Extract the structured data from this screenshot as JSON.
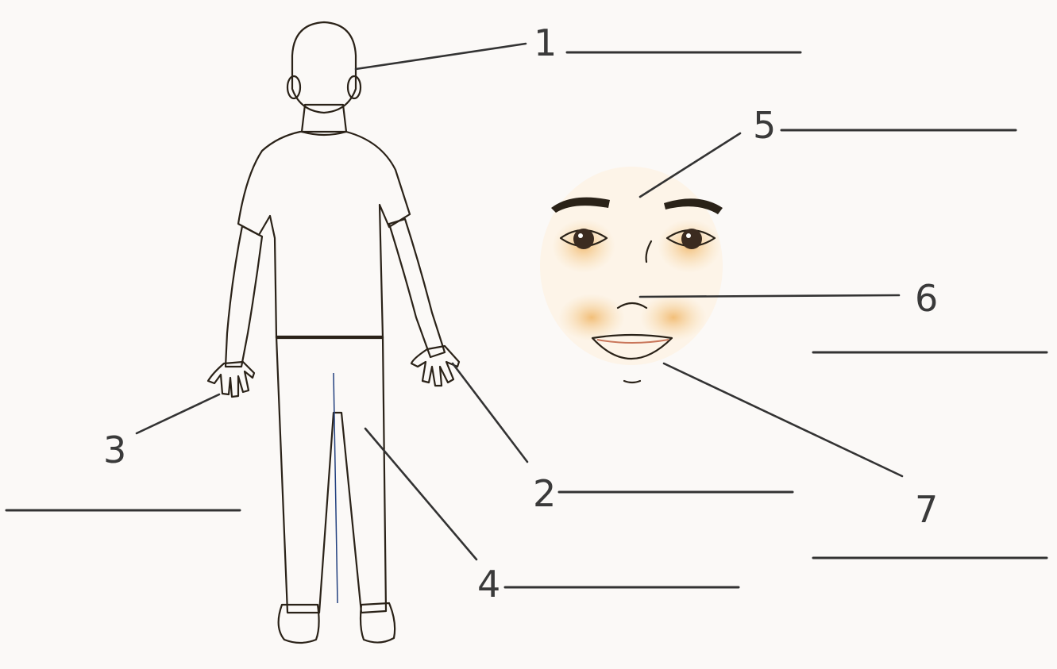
{
  "diagram": {
    "labels": [
      {
        "id": "1",
        "text": "1"
      },
      {
        "id": "2",
        "text": "2"
      },
      {
        "id": "3",
        "text": "3"
      },
      {
        "id": "4",
        "text": "4"
      },
      {
        "id": "5",
        "text": "5"
      },
      {
        "id": "6",
        "text": "6"
      },
      {
        "id": "7",
        "text": "7"
      }
    ],
    "answer_blanks": 7,
    "colors": {
      "shirt": "#f39a26",
      "shirt_shade": "#ef7e1c",
      "jeans": "#3d5fb0",
      "jeans_dark": "#2c4a94",
      "skin": "#f4c99a",
      "hair": "#262626",
      "line": "#333333"
    }
  }
}
